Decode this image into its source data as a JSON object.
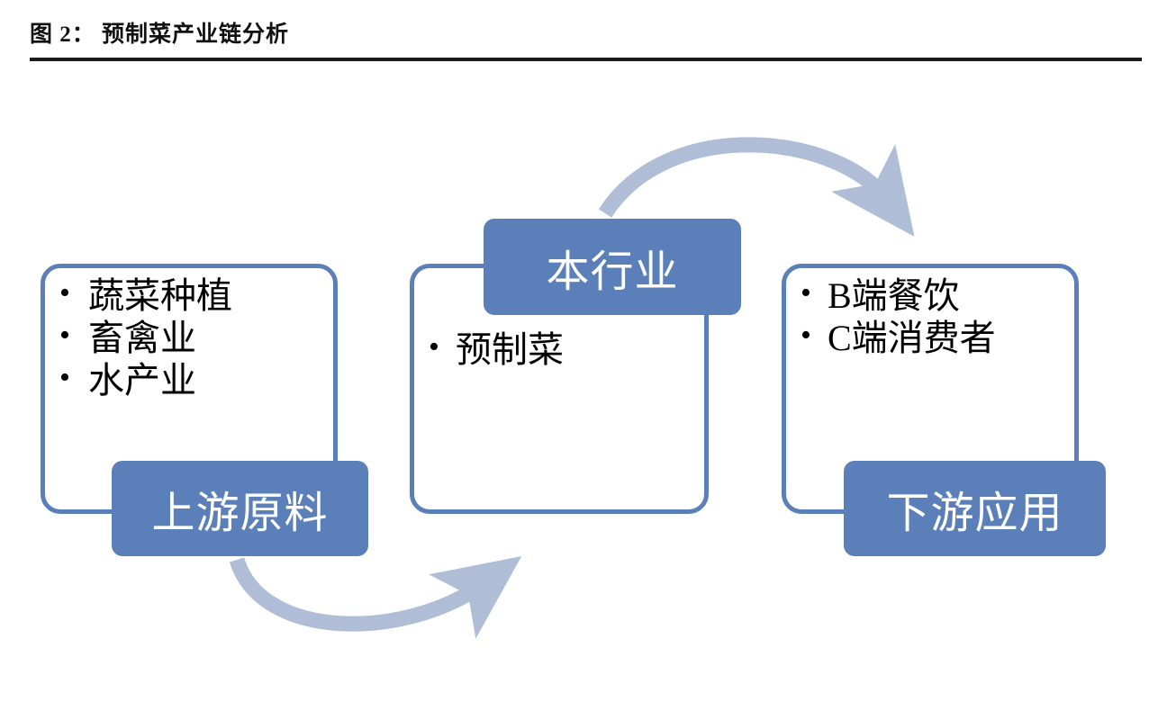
{
  "figure": {
    "title": "图 2： 预制菜产业链分析",
    "rule_color": "#1a1a1a"
  },
  "theme": {
    "box_blue": "#5B80B9",
    "chip_blue": "#5B80B9",
    "arrow_blue": "#AFBDD6",
    "background": "#FFFFFF",
    "text_dark": "#000000",
    "chip_text": "#FFFFFF"
  },
  "diagram": {
    "type": "value-chain",
    "stages": [
      {
        "key": "upstream",
        "chip_label": "上游原料",
        "items": [
          "蔬菜种植",
          "畜禽业",
          "水产业"
        ]
      },
      {
        "key": "industry",
        "chip_label": "本行业",
        "items": [
          "预制菜"
        ]
      },
      {
        "key": "downstream",
        "chip_label": "下游应用",
        "items": [
          "B端餐饮",
          "C端消费者"
        ]
      }
    ],
    "flows": [
      {
        "key": "upstream-to-industry",
        "from": "上游原料",
        "to": "预制菜",
        "shape": "curve-below",
        "direction": "left-to-right"
      },
      {
        "key": "industry-to-downstream",
        "from": "本行业",
        "to": "下游应用",
        "shape": "curve-above",
        "direction": "left-to-right"
      }
    ]
  }
}
